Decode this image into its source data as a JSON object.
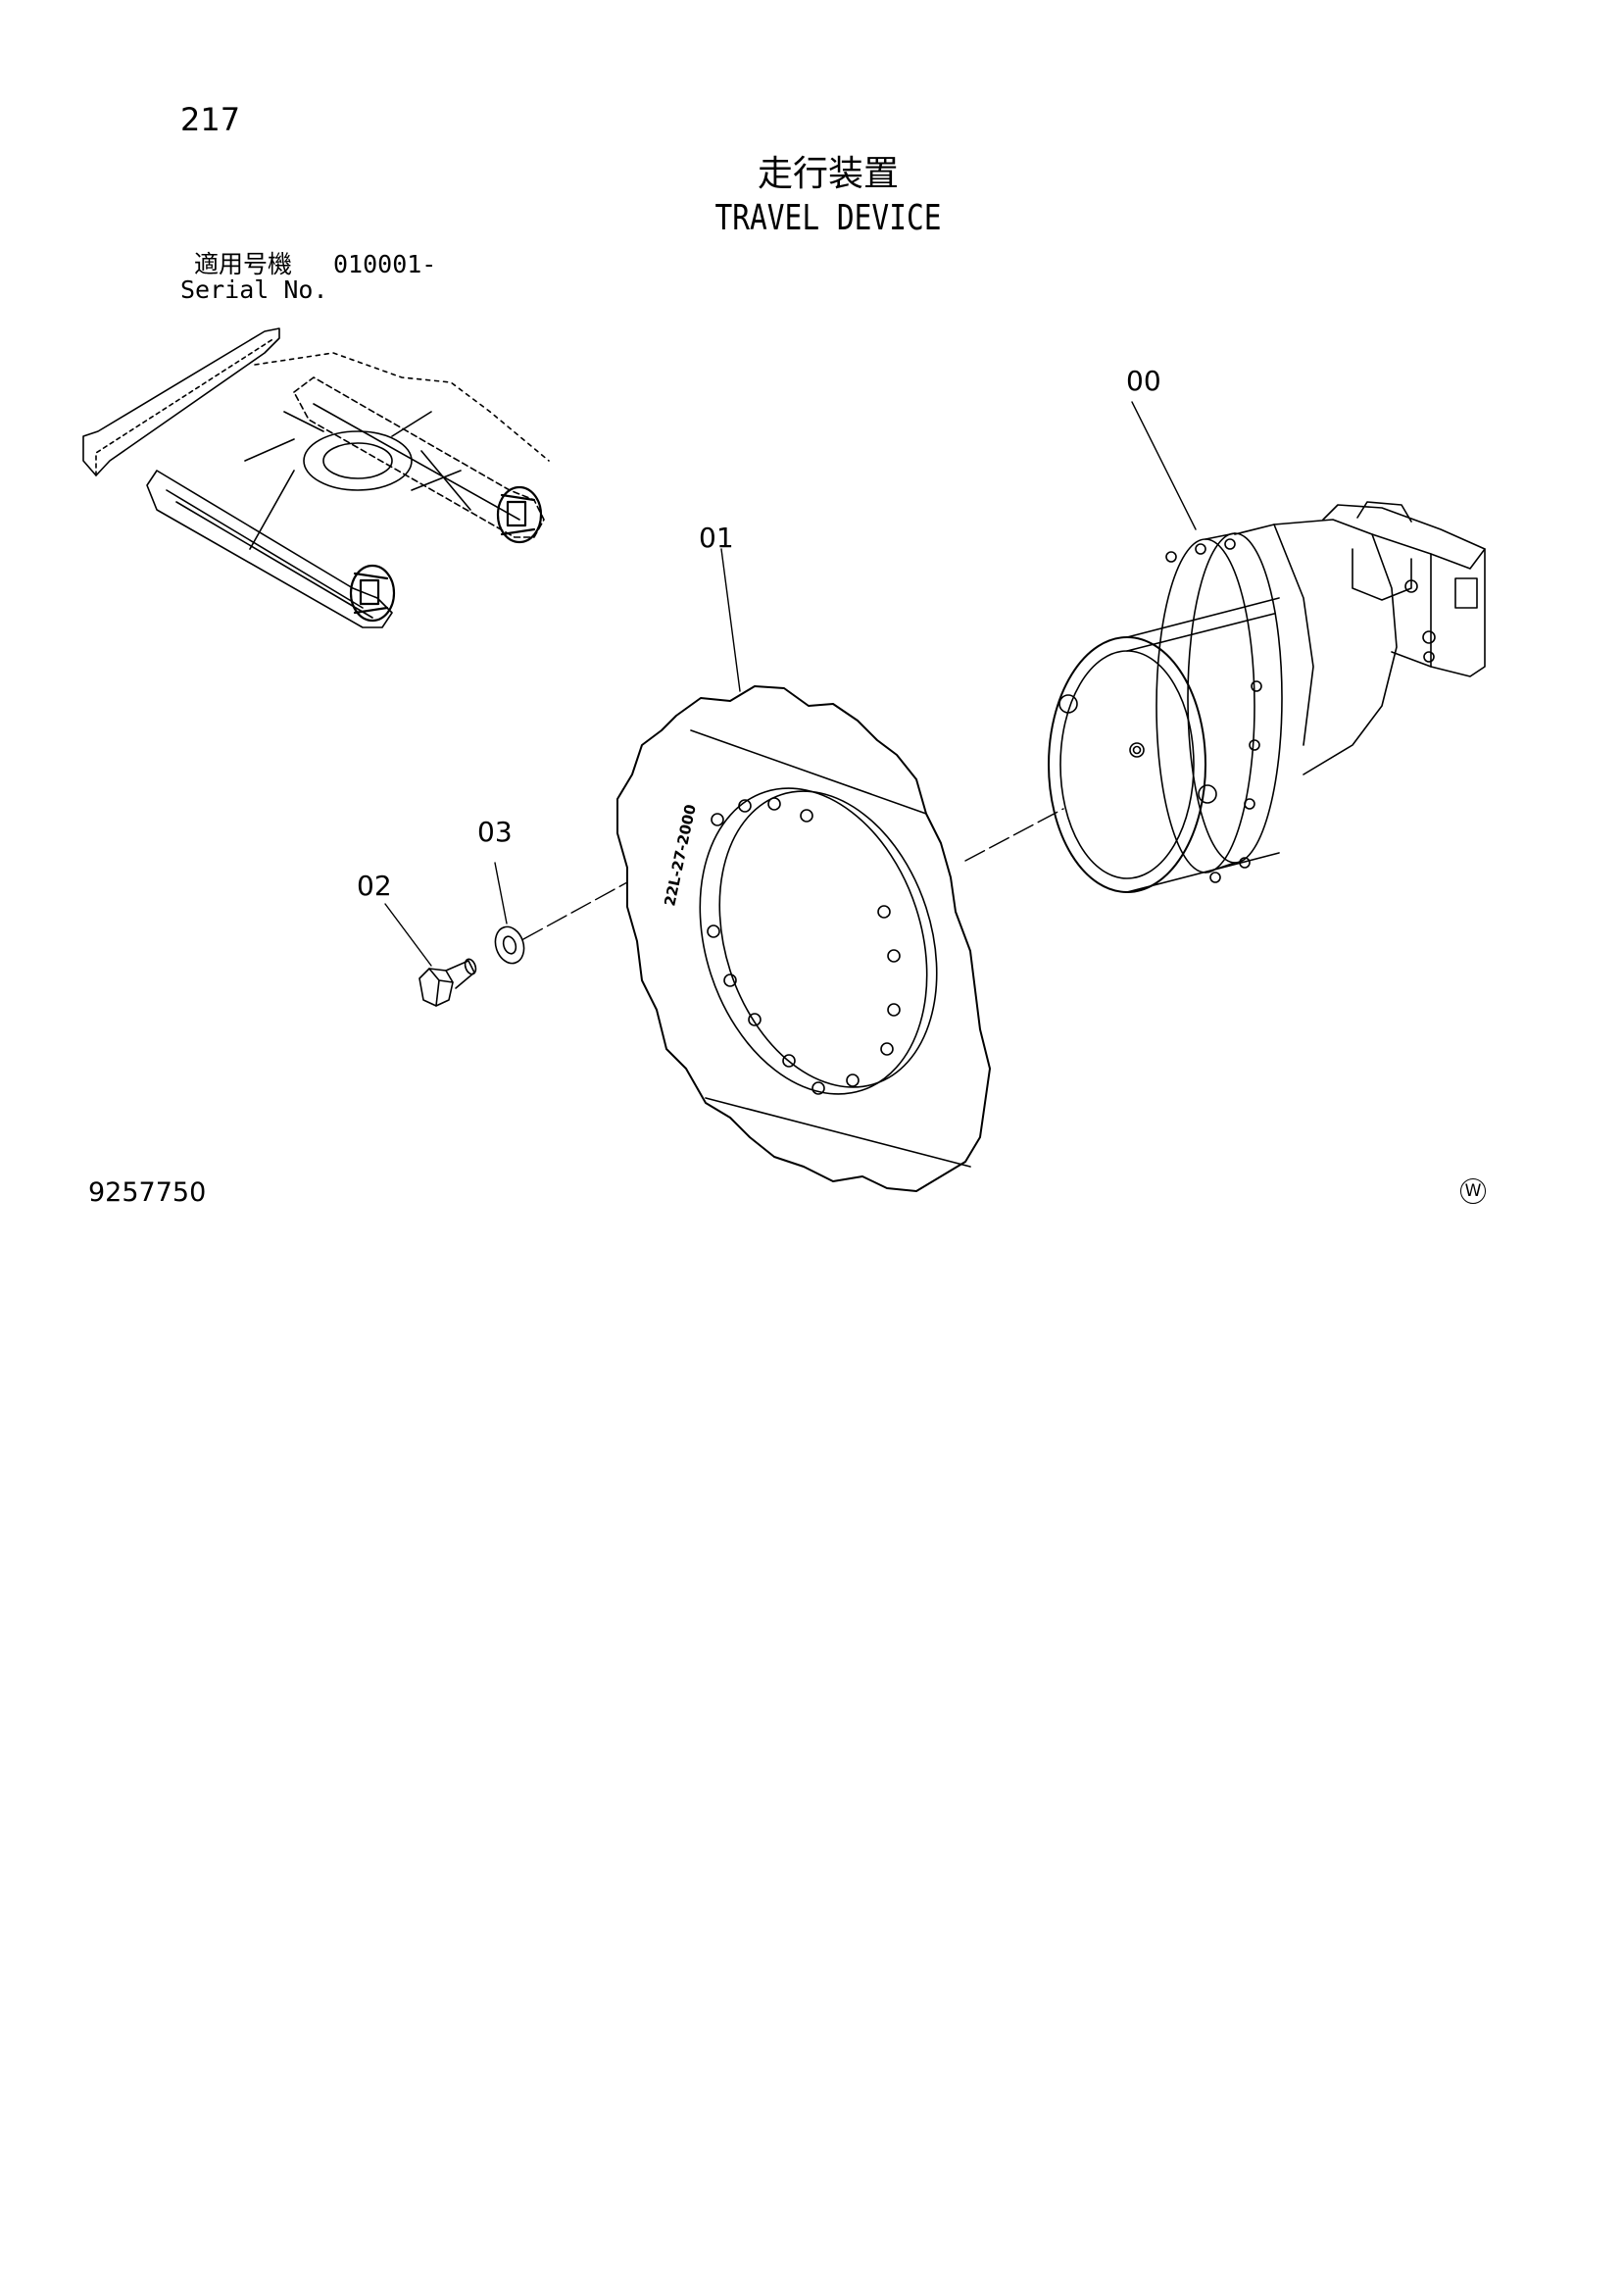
{
  "header": {
    "page_number": "217",
    "title_jp": "走行装置",
    "title_en": "TRAVEL DEVICE",
    "serial_label_jp": "適用号機",
    "serial_value": "010001-",
    "serial_label_en": "Serial No."
  },
  "callouts": {
    "c00": "00",
    "c01": "01",
    "c02": "02",
    "c03": "03"
  },
  "sprocket_marking": "22L-27-2000",
  "footer": {
    "ref_code": "9257750",
    "mark": "W"
  }
}
